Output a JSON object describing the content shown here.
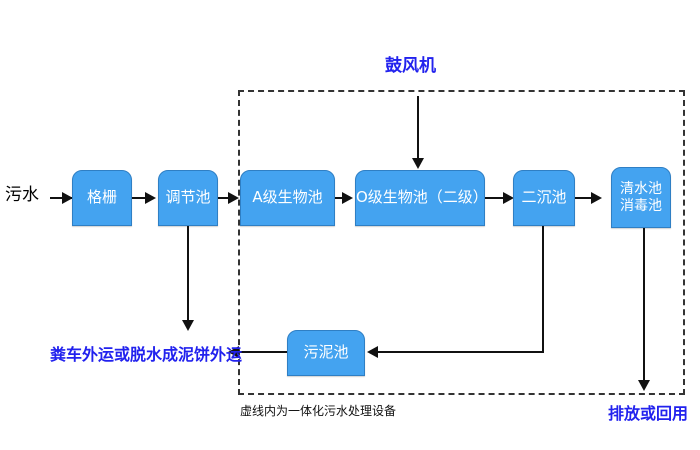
{
  "diagram": {
    "title_top_label": "鼓风机",
    "inlet_label": "污水",
    "outlet_label": "排放或回用",
    "sludge_disposal_label": "粪车外运或脱水成泥饼外运",
    "caption": "虚线内为一体化污水处理设备",
    "colors": {
      "box_fill": "#44a3f0",
      "box_border": "#2f7fc4",
      "box_text": "#ffffff",
      "blue_text": "#2222ee",
      "line": "#111111",
      "dashed_border": "#333333",
      "background": "#ffffff"
    },
    "boxes": [
      {
        "id": "grille",
        "label": "格栅"
      },
      {
        "id": "regulating",
        "label": "调节池"
      },
      {
        "id": "a-stage",
        "label": "A级生物池"
      },
      {
        "id": "o-stage",
        "label": "O级生物池（二级）"
      },
      {
        "id": "secondary",
        "label": "二沉池"
      },
      {
        "id": "clearwater",
        "label": "清水池\n消毒池"
      },
      {
        "id": "sludge",
        "label": "污泥池"
      }
    ],
    "flow_sequence": [
      "污水",
      "格栅",
      "调节池",
      "A级生物池",
      "O级生物池（二级）",
      "二沉池",
      "清水池消毒池",
      "排放或回用"
    ],
    "side_flows": [
      {
        "from": "调节池",
        "to": "粪车外运或脱水成泥饼外运"
      },
      {
        "from": "二沉池",
        "to": "污泥池"
      },
      {
        "from": "污泥池",
        "to": "粪车外运或脱水成泥饼外运"
      },
      {
        "from": "鼓风机",
        "to": "O级生物池（二级）"
      }
    ]
  }
}
